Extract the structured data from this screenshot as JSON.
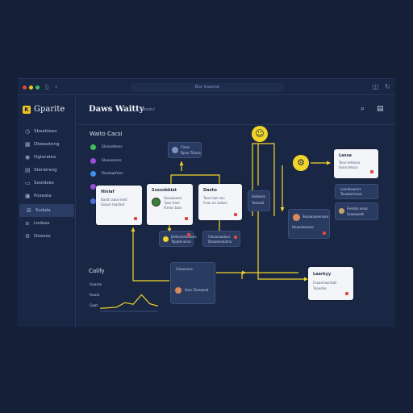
{
  "window": {
    "url": "Bsx Inaanse",
    "controls": [
      "close",
      "minimize",
      "maximize"
    ]
  },
  "sidebar": {
    "app_name": "Gparite",
    "logo_letter": "K",
    "items": [
      {
        "label": "Sbeatiiees",
        "icon": "clock-icon"
      },
      {
        "label": "Dbwaoteng",
        "icon": "grid-icon"
      },
      {
        "label": "Dgtaralea",
        "icon": "database-icon"
      },
      {
        "label": "Stenbrang",
        "icon": "layers-icon"
      },
      {
        "label": "Sooldees",
        "icon": "folder-icon"
      },
      {
        "label": "Poseata",
        "icon": "file-icon"
      },
      {
        "label": "Sodala",
        "icon": "flow-icon",
        "active": true
      },
      {
        "label": "Lodeas",
        "icon": "list-icon"
      },
      {
        "label": "Deaoes",
        "icon": "settings-icon"
      }
    ]
  },
  "header": {
    "title": "Daws Waitty",
    "subtitle": "Deodul",
    "search_icon": "search-icon",
    "menu_icon": "panel-icon"
  },
  "workflow": {
    "section_title": "Waito Cacsi",
    "chips": [
      {
        "label": "Slsoaaltoes",
        "color": "#3fbf5a"
      },
      {
        "label": "Slsoaasces",
        "color": "#9a4ed8"
      },
      {
        "label": "Ronbapfaes",
        "color": "#3d8ef0"
      },
      {
        "label": "",
        "color": "#4c6fe0"
      }
    ],
    "cards": [
      {
        "title": "Hinlaf",
        "lines": [
          "Barat iaalai leeit",
          "Soaarl taadaet"
        ]
      },
      {
        "title": "Sossobbiat",
        "lines": [
          "Saouooaeo",
          "Tpos tiaer",
          "Ftmos taon"
        ]
      },
      {
        "title": "Dashs",
        "lines": [
          "Taoo loat eon",
          "Foaa oe ealaes"
        ]
      },
      {
        "title": "Lassa",
        "lines": [
          "Teoo ledeaaa",
          "Eeaa tetasa"
        ]
      },
      {
        "title": "Laarkyy",
        "lines": [
          "Foaaenaantatt",
          "Toaodaa"
        ]
      }
    ],
    "dark_cards": [
      {
        "lines": [
          "Cieas",
          "Dpno Tianas"
        ]
      },
      {
        "lines": [
          "Dotlecoeeatane",
          "Tepatenanss"
        ]
      },
      {
        "lines": [
          "Cleoasaadocs",
          "Doaoeeaoatna"
        ]
      },
      {
        "lines": [
          "Sodooes",
          "Tooeoal"
        ]
      },
      {
        "lines": [
          "Leanbooenrs",
          "Toanbertones"
        ]
      },
      {
        "lines": [
          "Soaaeaoeeneaa",
          "Heaoateeeeo"
        ]
      },
      {
        "lines": [
          "Fendoa aeaa",
          "Ssaaaoedt"
        ]
      },
      {
        "lines": [
          "Cloanenos ",
          "Sees Tosaaeed"
        ]
      }
    ]
  },
  "activity": {
    "title": "Calify",
    "labels": [
      "Soaste",
      "Raats",
      "Saat"
    ],
    "values": [
      0.1,
      0.12,
      0.15,
      0.35,
      0.28,
      0.7,
      0.3,
      0.2
    ],
    "accent": "#f2d52a"
  },
  "colors": {
    "background": "#152038",
    "panel": "#1a2744",
    "accent": "#f2d52a",
    "alert": "#e2473f"
  }
}
